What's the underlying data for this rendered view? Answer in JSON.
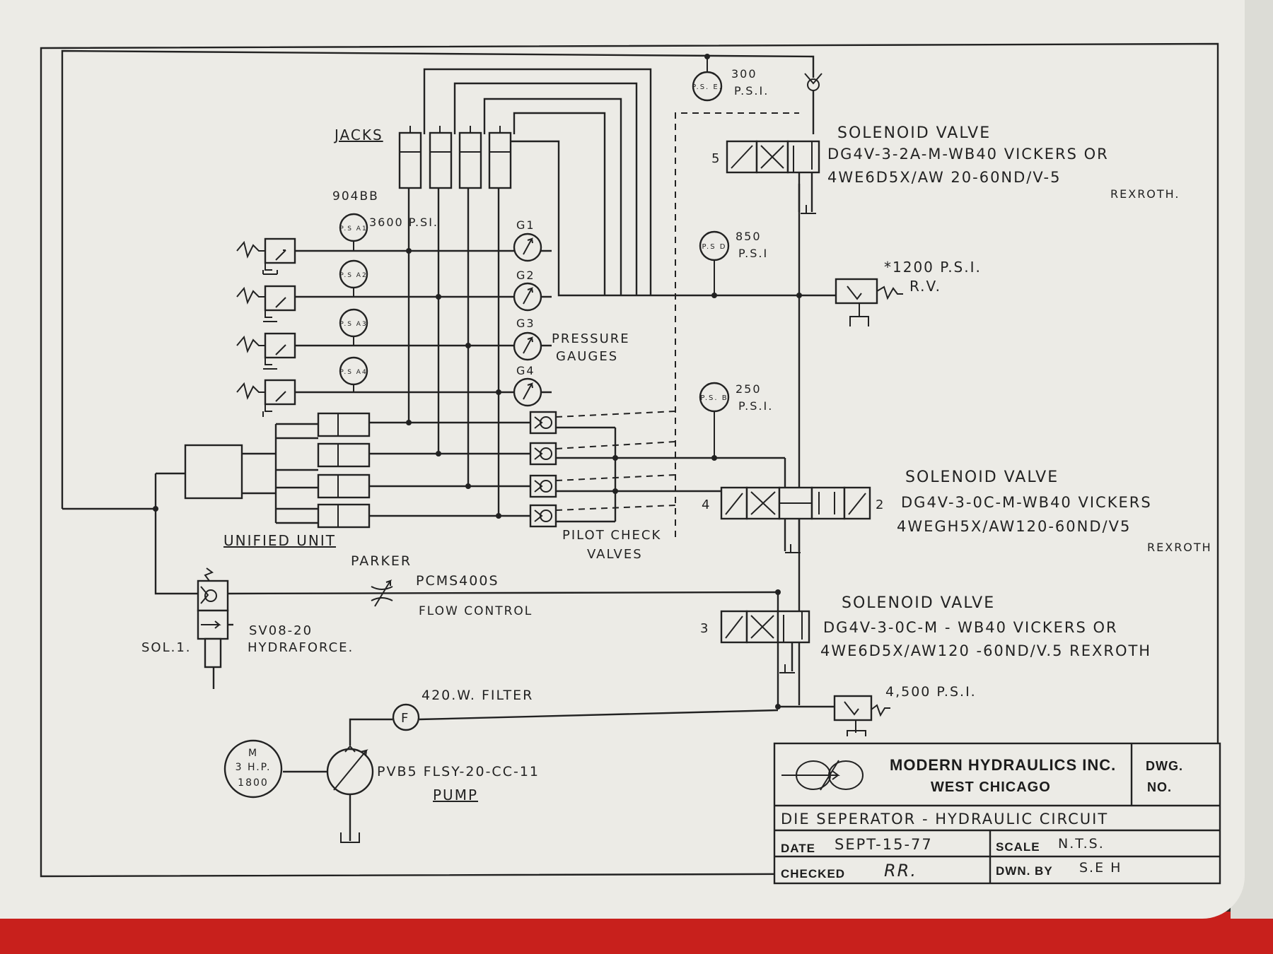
{
  "labels": {
    "jacks": "JACKS",
    "part_9048": "904BB",
    "psa1": "P.S A1",
    "psa1_psi": "3600 P.SI.",
    "psa2": "P.S A2",
    "psa3": "P.S A3",
    "psa4": "P.S A4",
    "g1": "G1",
    "g2": "G2",
    "g3": "G3",
    "g4": "G4",
    "pressure": "PRESSURE",
    "gauges": "GAUGES",
    "pse": "P.S. E.",
    "pse_psi_1": "300",
    "pse_psi_2": "P.S.I.",
    "psd": "P.S D",
    "psd_psi_1": "850",
    "psd_psi_2": "P.S.I",
    "psb": "P.S. B",
    "psb_psi_1": "250",
    "psb_psi_2": "P.S.I.",
    "rv_psi": "*1200 P.S.I.",
    "rv": "R.V.",
    "unified": "UNIFIED UNIT",
    "pilot1": "PILOT CHECK",
    "pilot2": "VALVES",
    "parker": "PARKER",
    "pcms": "PCMS400S",
    "flow": "FLOW CONTROL",
    "sol1": "SOL.1.",
    "sv": "SV08-20",
    "hydraforce": "HYDRAFORCE.",
    "filter": "420.W. FILTER",
    "filter_f": "F",
    "motor1": "M",
    "motor2": "3 H.P.",
    "motor3": "1800",
    "pump_model": "PVB5 FLSY-20-CC-11",
    "pump": "PUMP",
    "relief_main": "4,500 P.S.I.",
    "valve_num_5": "5",
    "valve_num_4": "4",
    "valve_num_2": "2",
    "valve_num_3": "3"
  },
  "solenoid_valves": [
    {
      "title": "SOLENOID VALVE",
      "line1": "DG4V-3-2A-M-WB40 VICKERS OR",
      "line2": "4WE6D5X/AW 20-60ND/V-5",
      "line3": "REXROTH."
    },
    {
      "title": "SOLENOID VALVE",
      "line1": "DG4V-3-0C-M-WB40 VICKERS",
      "line2": "4WEGH5X/AW120-60ND/V5",
      "line3": "REXROTH"
    },
    {
      "title": "SOLENOID VALVE",
      "line1": "DG4V-3-0C-M - WB40 VICKERS OR",
      "line2": "4WE6D5X/AW120 -60ND/V.5 REXROTH"
    }
  ],
  "title_block": {
    "company": "MODERN HYDRAULICS INC.",
    "city": "WEST CHICAGO",
    "dwg": "DWG.",
    "no": "NO.",
    "title": "DIE SEPERATOR - HYDRAULIC CIRCUIT",
    "date_label": "DATE",
    "date": "SEPT-15-77",
    "scale_label": "SCALE",
    "scale": "N.T.S.",
    "checked_label": "CHECKED",
    "checked": "RR.",
    "drawn_label": "DWN. BY",
    "drawn": "S.E H"
  }
}
